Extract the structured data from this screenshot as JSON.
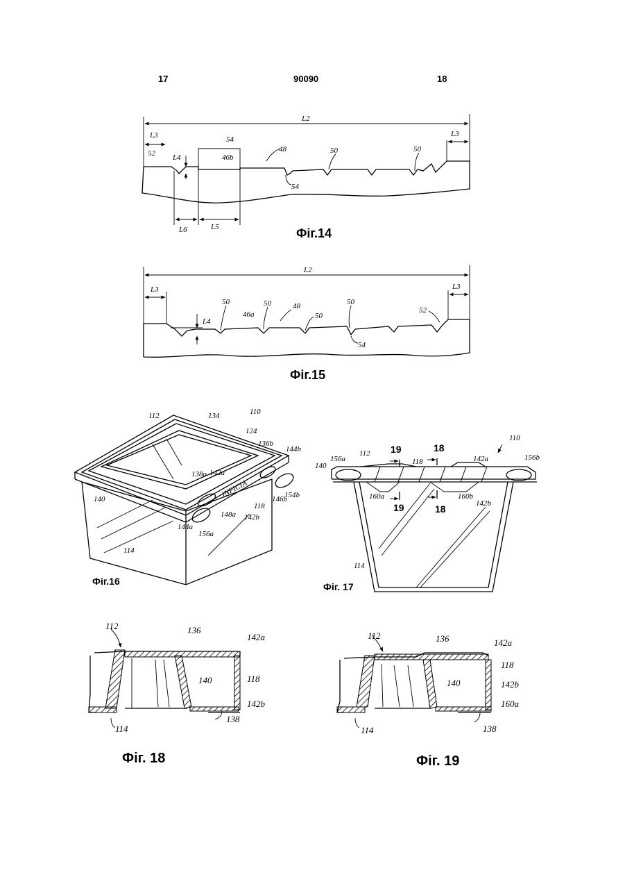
{
  "header": {
    "page_left": "17",
    "patent_number": "90090",
    "page_right": "18"
  },
  "fig14": {
    "caption": "Фіг.14",
    "labels": {
      "l2": "L2",
      "l3_left": "L3",
      "l3_right": "L3",
      "l4": "L4",
      "l5": "L5",
      "l6": "L6",
      "n54_top": "54",
      "n54_bottom": "54",
      "n46b": "46b",
      "n48": "48",
      "n50_a": "50",
      "n50_b": "50",
      "n52": "52"
    }
  },
  "fig15": {
    "caption": "Фіг.15",
    "labels": {
      "l2": "L2",
      "l3_left": "L3",
      "l3_right": "L3",
      "l4": "L4",
      "n50_a": "50",
      "n46a": "46a",
      "n50_b": "50",
      "n48": "48",
      "n50_c": "50",
      "n50_d": "50",
      "n52": "52",
      "n54": "54"
    }
  },
  "fig16": {
    "caption": "Фіг.16",
    "labels": {
      "n112": "112",
      "n134": "134",
      "n110": "110",
      "n124": "124",
      "n136b": "136b",
      "n144b": "144b",
      "n138a": "138a",
      "n142a": "142a",
      "n140": "140",
      "n146b": "146b",
      "n154b": "154b",
      "n118": "118",
      "n148a": "148a",
      "n142b": "142b",
      "n144a": "144a",
      "n156a": "156a",
      "n114": "114",
      "brand": "INPICIA"
    }
  },
  "fig17": {
    "caption": "Фіг. 17",
    "labels": {
      "n110": "110",
      "n19_top": "19",
      "n18_top": "18",
      "n112": "112",
      "n118": "118",
      "n142a": "142a",
      "n140": "140",
      "n156a": "156a",
      "n156b": "156b",
      "n160a": "160a",
      "n160b": "160b",
      "n142b": "142b",
      "n19_bottom": "19",
      "n18_bottom": "18",
      "n114": "114"
    }
  },
  "fig18": {
    "caption": "Фіг. 18",
    "labels": {
      "n112": "112",
      "n136": "136",
      "n142a": "142a",
      "n140": "140",
      "n118": "118",
      "n142b": "142b",
      "n138": "138",
      "n114": "114"
    }
  },
  "fig19": {
    "caption": "Фіг. 19",
    "labels": {
      "n112": "112",
      "n136": "136",
      "n142a": "142a",
      "n118": "118",
      "n140": "140",
      "n142b": "142b",
      "n160a": "160a",
      "n138": "138",
      "n114": "114"
    }
  }
}
